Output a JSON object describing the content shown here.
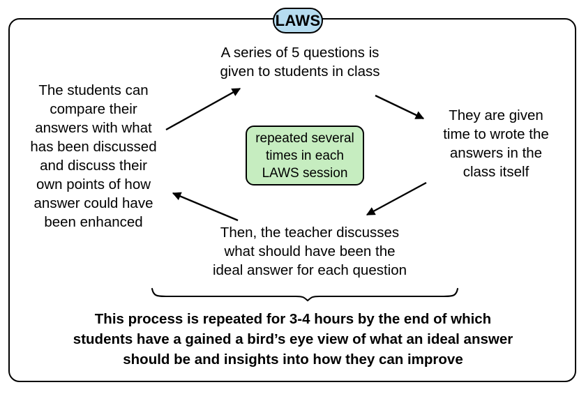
{
  "frame": {
    "badge": {
      "label": "LAWS",
      "fill": "#b6dcf0",
      "border": "#000000"
    },
    "border_color": "#000000"
  },
  "cycle": {
    "steps": [
      {
        "id": "step-questions-given",
        "position": "top",
        "text": "A series of 5 questions is\ngiven to students in class"
      },
      {
        "id": "step-time-to-write",
        "position": "right",
        "text": "They are given\ntime to wrote the\nanswers in the\nclass itself"
      },
      {
        "id": "step-teacher-discusses",
        "position": "bottom",
        "text": "Then, the teacher discusses\nwhat should have been the\nideal answer for each question"
      },
      {
        "id": "step-students-compare",
        "position": "left",
        "text": "The students can\ncompare their\nanswers with what\nhas been discussed\nand discuss their\nown points of how\nanswer could have\nbeen enhanced"
      }
    ],
    "arrows": [
      {
        "id": "arrow-left-to-top",
        "direction": "up-right"
      },
      {
        "id": "arrow-top-to-right",
        "direction": "down-right"
      },
      {
        "id": "arrow-right-to-bottom",
        "direction": "down-left"
      },
      {
        "id": "arrow-bottom-to-left",
        "direction": "up-left"
      }
    ]
  },
  "center_note": {
    "text": "repeated several\ntimes in each\nLAWS session",
    "fill": "#c6edc0",
    "border": "#000000"
  },
  "summary": {
    "text": "This process is repeated for 3-4 hours by the end of which\nstudents have a gained a bird’s eye view of what an ideal answer\nshould be and insights into how they can improve"
  }
}
